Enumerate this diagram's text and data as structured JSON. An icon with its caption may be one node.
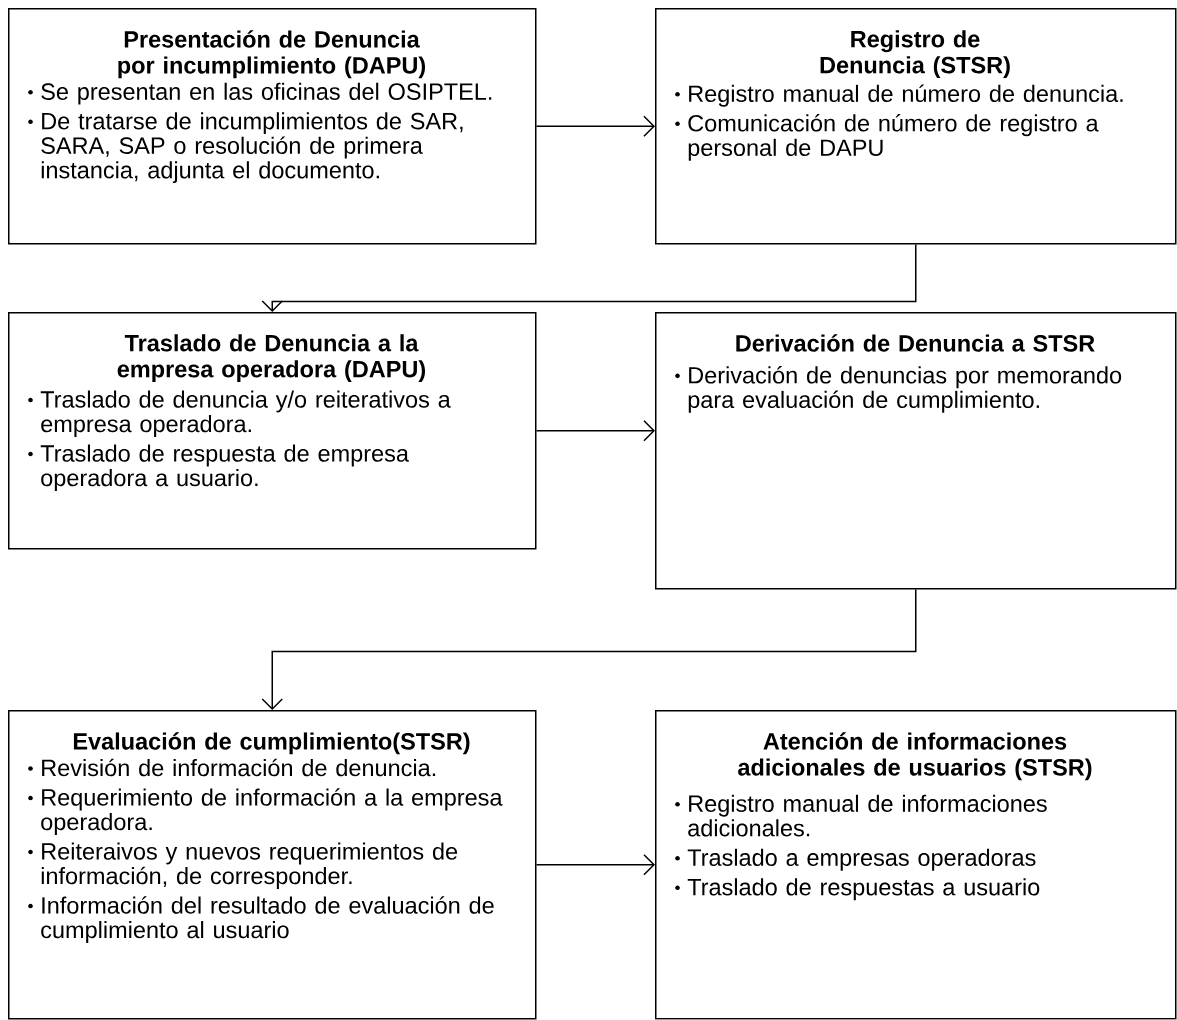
{
  "diagram": {
    "nodes": [
      {
        "text": [
          "Presentación de Denuncia por incumplimiento (DAPU)",
          "Se presentan en las oficinas del OSIPTEL.",
          "De tratarse de incumplimientos de SAR, SARA, SAP o resolución de primera instancia, adjunta el documento."
        ]
      },
      {
        "text": [
          "Registro de Denuncia (STSR)",
          "Registro manual de número de denuncia.",
          "Comunicación de número de registro a personal de DAPU"
        ]
      },
      {
        "text": [
          "Traslado de Denuncia a la empresa operadora (DAPU)",
          "Traslado de denuncia y/o reiterativos a empresa operadora.",
          "Traslado de respuesta de empresa operadora  a usuario."
        ]
      },
      {
        "text": [
          "Derivación de Denuncia a STSR",
          "Derivación de denuncias por memorando para evaluación de cumplimiento."
        ]
      },
      {
        "text": [
          "Evaluación de cumplimiento(STSR)",
          "Revisión de información de denuncia.",
          "Requerimiento de información a la empresa operadora.",
          "Reiteraivos y nuevos requerimientos de información, de corresponder.",
          "Información del resultado de evaluación de cumplimiento al usuario"
        ]
      },
      {
        "text": [
          "Atención de informaciones adicionales de usuarios (STSR)",
          "Registro manual de informaciones adicionales.",
          "Traslado a empresas operadoras",
          "Traslado de respuestas a usuario"
        ]
      }
    ],
    "edges": [
      {
        "from": 0,
        "to": 1,
        "arrow": "to"
      },
      {
        "from": 1,
        "to": 2,
        "arrow": "to"
      },
      {
        "from": 2,
        "to": 3,
        "arrow": "to"
      },
      {
        "from": 3,
        "to": 4,
        "arrow": "to"
      },
      {
        "from": 4,
        "to": 5,
        "arrow": "to"
      }
    ]
  }
}
